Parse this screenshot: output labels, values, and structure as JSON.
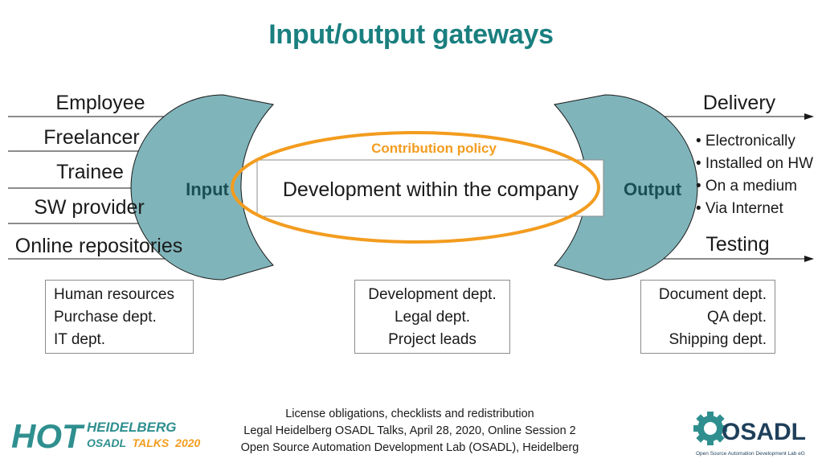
{
  "title": "Input/output gateways",
  "diagram": {
    "inputs": [
      "Employee",
      "Freelancer",
      "Trainee",
      "SW provider",
      "Online repositories"
    ],
    "input_label": "Input",
    "output_label": "Output",
    "policy_label": "Contribution policy",
    "center_text": "Development within the company",
    "delivery_label": "Delivery",
    "delivery_bullets": [
      "• Electronically",
      "• Installed on HW",
      "• On a medium",
      "• Via Internet"
    ],
    "testing_label": "Testing",
    "colors": {
      "gateway_fill": "#7fb4ba",
      "policy_orange": "#f39c1f",
      "title_teal": "#1a7f7f"
    }
  },
  "boxes": {
    "left": [
      "Human resources",
      "Purchase dept.",
      "IT dept."
    ],
    "center": [
      "Development dept.",
      "Legal dept.",
      "Project leads"
    ],
    "right": [
      "Document dept.",
      "QA dept.",
      "Shipping dept."
    ]
  },
  "footer": {
    "line1": "License obligations, checklists and redistribution",
    "line2": "Legal Heidelberg OSADL Talks, April 28, 2020, Online Session 2",
    "line3": "Open Source Automation Development Lab (OSADL), Heidelberg"
  },
  "logo_hot": {
    "mark": "HOT",
    "line1": "HEIDELBERG",
    "line2_a": "OSADL",
    "line2_b": "TALKS",
    "year": "2020"
  },
  "logo_osadl": {
    "name": "OSADL",
    "tagline": "Open Source Automation Development Lab eG"
  }
}
